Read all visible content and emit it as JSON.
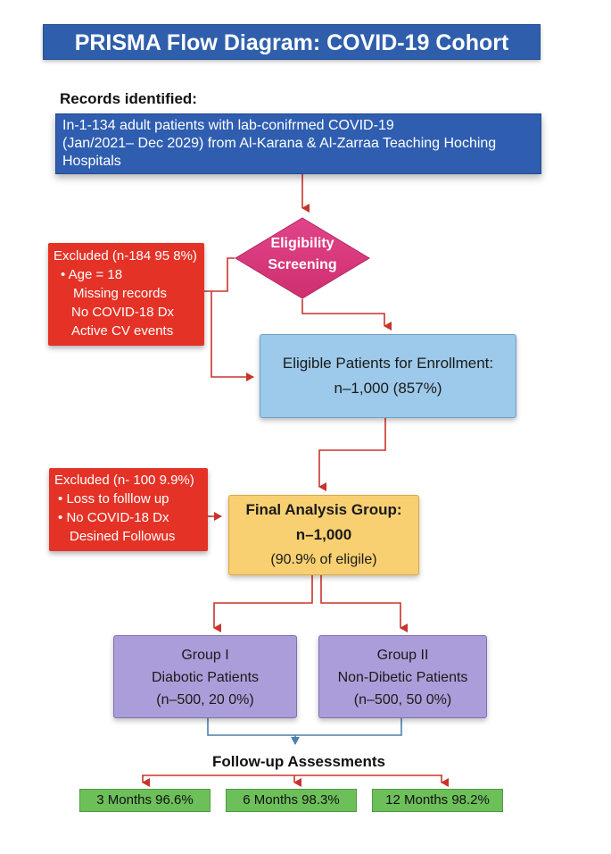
{
  "title": "PRISMA Flow Diagram: COVID-19 Cohort Study",
  "records": {
    "label": "Records identified:",
    "lines": [
      "In-1-134 adult patients with lab-conifrmed COVID-19",
      "(Jan/2021– Dec 2029) from Al-Karana & Al-Zarraa Teaching Hoching",
      "Hospitals"
    ]
  },
  "screening": {
    "line1": "Eligibility",
    "line2": "Screening"
  },
  "excluded_1": {
    "header": "Excluded (n-184 95 8%)",
    "items": [
      "Age = 18",
      "Missing records",
      "No COVID-18 Dx",
      "Active CV events"
    ],
    "bullet": "•"
  },
  "eligible": {
    "line1": "Eligible Patients for Enrollment:",
    "line2": "n–1,000 (857%)"
  },
  "excluded_2": {
    "header": "Excluded (n- 100 9.9%)",
    "items": [
      "Loss to folllow up",
      "No COVID-18 Dx",
      "Desined Followus"
    ],
    "bullet": "•"
  },
  "final": {
    "line1": "Final Analysis Group:",
    "line2": "n–1,000",
    "line3": "(90.9% of eligile)"
  },
  "groups": [
    {
      "line1": "Group I",
      "line2": "Diabotic Patients",
      "line3": "(n–500, 20 0%)"
    },
    {
      "line1": "Group II",
      "line2": "Non-Dibetic Patients",
      "line3": "(n–500, 50 0%)"
    }
  ],
  "followup": {
    "label": "Follow-up Assessments",
    "items": [
      "3 Months 96.6%",
      "6 Months 98.3%",
      "12 Months 98.2%"
    ]
  },
  "colors": {
    "title_bg": "#2f5fac",
    "records_bg": "#2f5eb0",
    "screening": "#d83a7c",
    "excluded": "#e53226",
    "eligible": "#9dcaea",
    "final": "#f8d072",
    "groups": "#ab9dd9",
    "followup": "#6dbf5a",
    "arrow_red": "#c8342c",
    "arrow_blue": "#4a7fb0"
  }
}
